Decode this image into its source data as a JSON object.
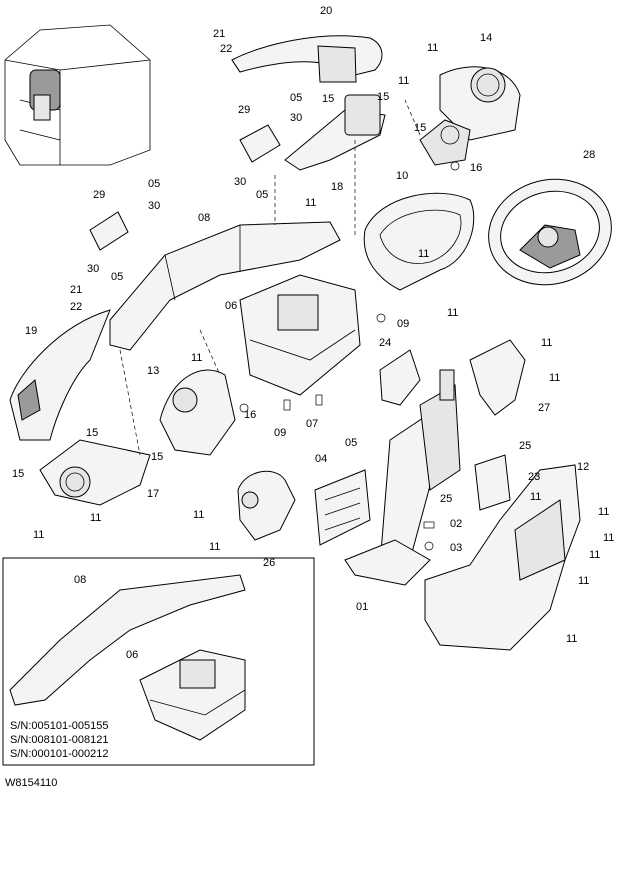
{
  "callouts": [
    {
      "id": "c20",
      "text": "20"
    },
    {
      "id": "c21a",
      "text": "21"
    },
    {
      "id": "c22a",
      "text": "22"
    },
    {
      "id": "c11a",
      "text": "11"
    },
    {
      "id": "c14",
      "text": "14"
    },
    {
      "id": "c05a",
      "text": "05"
    },
    {
      "id": "c30a",
      "text": "30"
    },
    {
      "id": "c29a",
      "text": "29"
    },
    {
      "id": "c15a",
      "text": "15"
    },
    {
      "id": "c15b",
      "text": "15"
    },
    {
      "id": "c11b",
      "text": "11"
    },
    {
      "id": "c15c",
      "text": "15"
    },
    {
      "id": "c16a",
      "text": "16"
    },
    {
      "id": "c30b",
      "text": "30"
    },
    {
      "id": "c05b",
      "text": "05"
    },
    {
      "id": "c18",
      "text": "18"
    },
    {
      "id": "c11c",
      "text": "11"
    },
    {
      "id": "c10",
      "text": "10"
    },
    {
      "id": "c28",
      "text": "28"
    },
    {
      "id": "c29b",
      "text": "29"
    },
    {
      "id": "c05c",
      "text": "05"
    },
    {
      "id": "c30c",
      "text": "30"
    },
    {
      "id": "c08a",
      "text": "08"
    },
    {
      "id": "c30d",
      "text": "30"
    },
    {
      "id": "c05d",
      "text": "05"
    },
    {
      "id": "c21b",
      "text": "21"
    },
    {
      "id": "c22b",
      "text": "22"
    },
    {
      "id": "c11d",
      "text": "11"
    },
    {
      "id": "c11e",
      "text": "11"
    },
    {
      "id": "c06a",
      "text": "06"
    },
    {
      "id": "c09a",
      "text": "09"
    },
    {
      "id": "c19",
      "text": "19"
    },
    {
      "id": "c24",
      "text": "24"
    },
    {
      "id": "c11f",
      "text": "11"
    },
    {
      "id": "c11g",
      "text": "11"
    },
    {
      "id": "c13",
      "text": "13"
    },
    {
      "id": "c11h",
      "text": "11"
    },
    {
      "id": "c16b",
      "text": "16"
    },
    {
      "id": "c09b",
      "text": "09"
    },
    {
      "id": "c07",
      "text": "07"
    },
    {
      "id": "c27",
      "text": "27"
    },
    {
      "id": "c15d",
      "text": "15"
    },
    {
      "id": "c15e",
      "text": "15"
    },
    {
      "id": "c15f",
      "text": "15"
    },
    {
      "id": "c17",
      "text": "17"
    },
    {
      "id": "c05e",
      "text": "05"
    },
    {
      "id": "c04",
      "text": "04"
    },
    {
      "id": "c25a",
      "text": "25"
    },
    {
      "id": "c23",
      "text": "23"
    },
    {
      "id": "c12",
      "text": "12"
    },
    {
      "id": "c25b",
      "text": "25"
    },
    {
      "id": "c11i",
      "text": "11"
    },
    {
      "id": "c11j",
      "text": "11"
    },
    {
      "id": "c11k",
      "text": "11"
    },
    {
      "id": "c11l",
      "text": "11"
    },
    {
      "id": "c11m",
      "text": "11"
    },
    {
      "id": "c02",
      "text": "02"
    },
    {
      "id": "c03",
      "text": "03"
    },
    {
      "id": "c11n",
      "text": "11"
    },
    {
      "id": "c26",
      "text": "26"
    },
    {
      "id": "c11o",
      "text": "11"
    },
    {
      "id": "c01",
      "text": "01"
    },
    {
      "id": "c11p",
      "text": "11"
    },
    {
      "id": "c11q",
      "text": "11"
    },
    {
      "id": "c11r",
      "text": "11"
    },
    {
      "id": "c08b",
      "text": "08"
    },
    {
      "id": "c06b",
      "text": "06"
    }
  ],
  "serial_numbers": [
    "S/N:005101-005155",
    "S/N:008101-008121",
    "S/N:000101-000212"
  ],
  "drawing_code": "W8154110"
}
